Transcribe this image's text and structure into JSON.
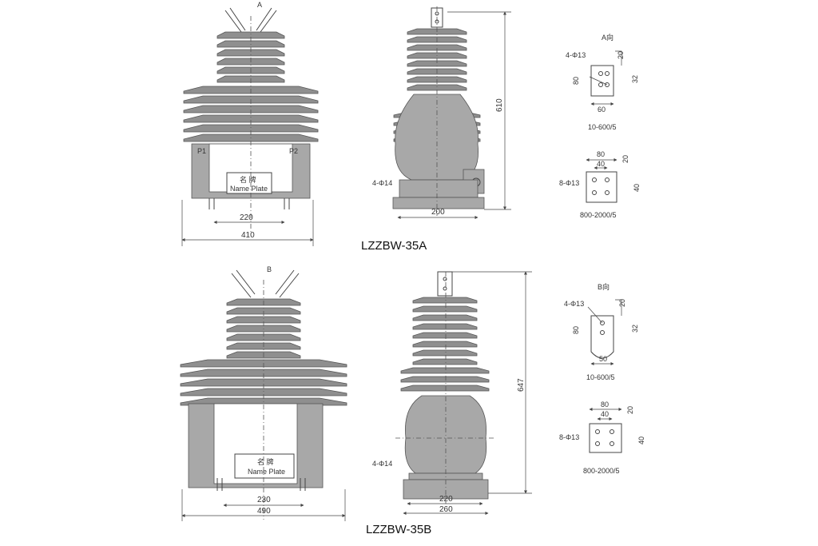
{
  "titles": {
    "model_a": "LZZBW-35A",
    "model_b": "LZZBW-35B"
  },
  "labels": {
    "nameplate_cn": "名 牌",
    "nameplate_en": "Name Plate",
    "p1": "P1",
    "p2": "P2",
    "view_a_letter": "A",
    "view_b_letter": "B",
    "view_a_caption": "A向",
    "view_b_caption": "B向"
  },
  "dimensions_a": {
    "width_total": "410",
    "width_feet": "220",
    "height": "610",
    "base_width": "200",
    "base_holes": "4-Φ14"
  },
  "dimensions_b": {
    "width_total": "490",
    "width_feet": "230",
    "height": "647",
    "base_inner": "220",
    "base_outer": "260",
    "base_holes": "4-Φ14"
  },
  "terminal_a": {
    "small": {
      "holes": "4-Φ13",
      "h": "80",
      "w": "60",
      "d1": "20",
      "d2": "32",
      "range": "10-600/5"
    },
    "large": {
      "holes": "8-Φ13",
      "w1": "80",
      "w2": "40",
      "d1": "20",
      "d2": "40",
      "range": "800-2000/5"
    }
  },
  "terminal_b": {
    "small": {
      "holes": "4-Φ13",
      "h": "80",
      "w": "50",
      "d1": "20",
      "d2": "32",
      "range": "10-600/5"
    },
    "large": {
      "holes": "8-Φ13",
      "w1": "80",
      "w2": "40",
      "d1": "20",
      "d2": "40",
      "range": "800-2000/5"
    }
  }
}
